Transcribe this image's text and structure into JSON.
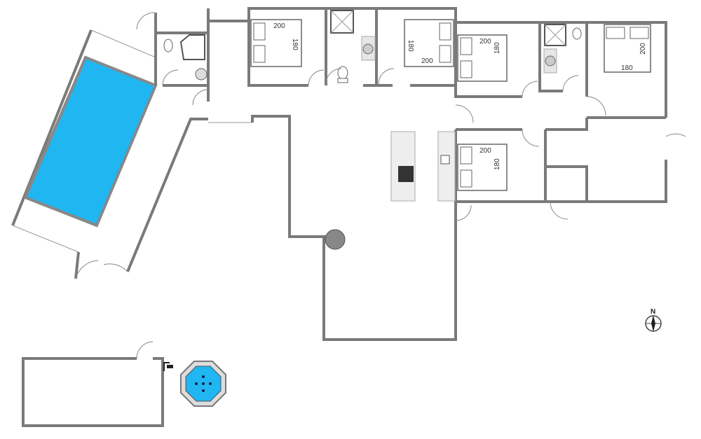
{
  "title": "Floor plan",
  "beds": [
    {
      "length": "200",
      "width": "180"
    },
    {
      "length": "200",
      "width": "180"
    },
    {
      "length": "200",
      "width": "180"
    },
    {
      "length": "200",
      "width": "180"
    },
    {
      "length": "200",
      "width": "180"
    }
  ],
  "compass": {
    "label": "N"
  },
  "colors": {
    "pool": "#1fb6f2",
    "wall": "#7a7a7a",
    "cooktop": "#333333"
  }
}
